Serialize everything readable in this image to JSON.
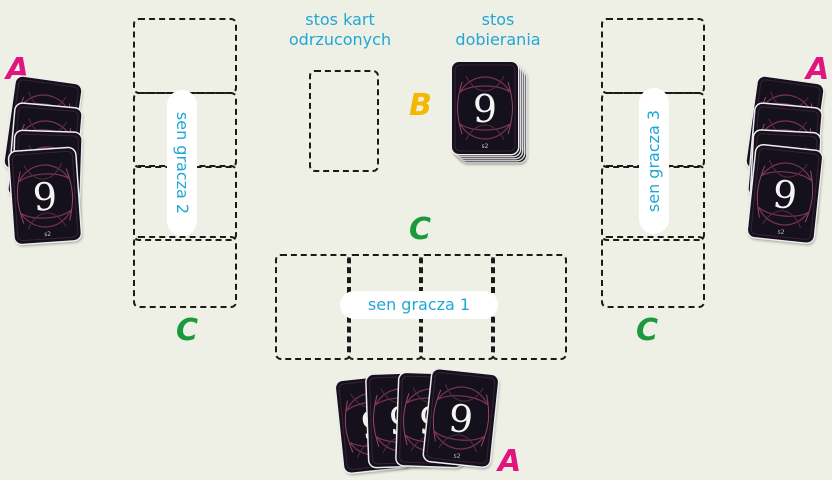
{
  "colors": {
    "background": "#eef0e5",
    "label_blue": "#22a6d6",
    "letter_a": "#e0157f",
    "letter_b": "#f5b800",
    "letter_c": "#1a9a3c",
    "card_back": "#14101c"
  },
  "labels": {
    "discard_pile": "stos kart\nodrzuconych",
    "draw_pile": "stos\ndobierania",
    "player1_dream": "sen gracza 1",
    "player2_dream": "sen gracza 2",
    "player3_dream": "sen gracza 3"
  },
  "markers": {
    "a": "A",
    "b": "B",
    "c": "C"
  },
  "card_back": {
    "numeral": "9",
    "corner": "s2",
    "icon": "swirl-ornament-icon"
  }
}
